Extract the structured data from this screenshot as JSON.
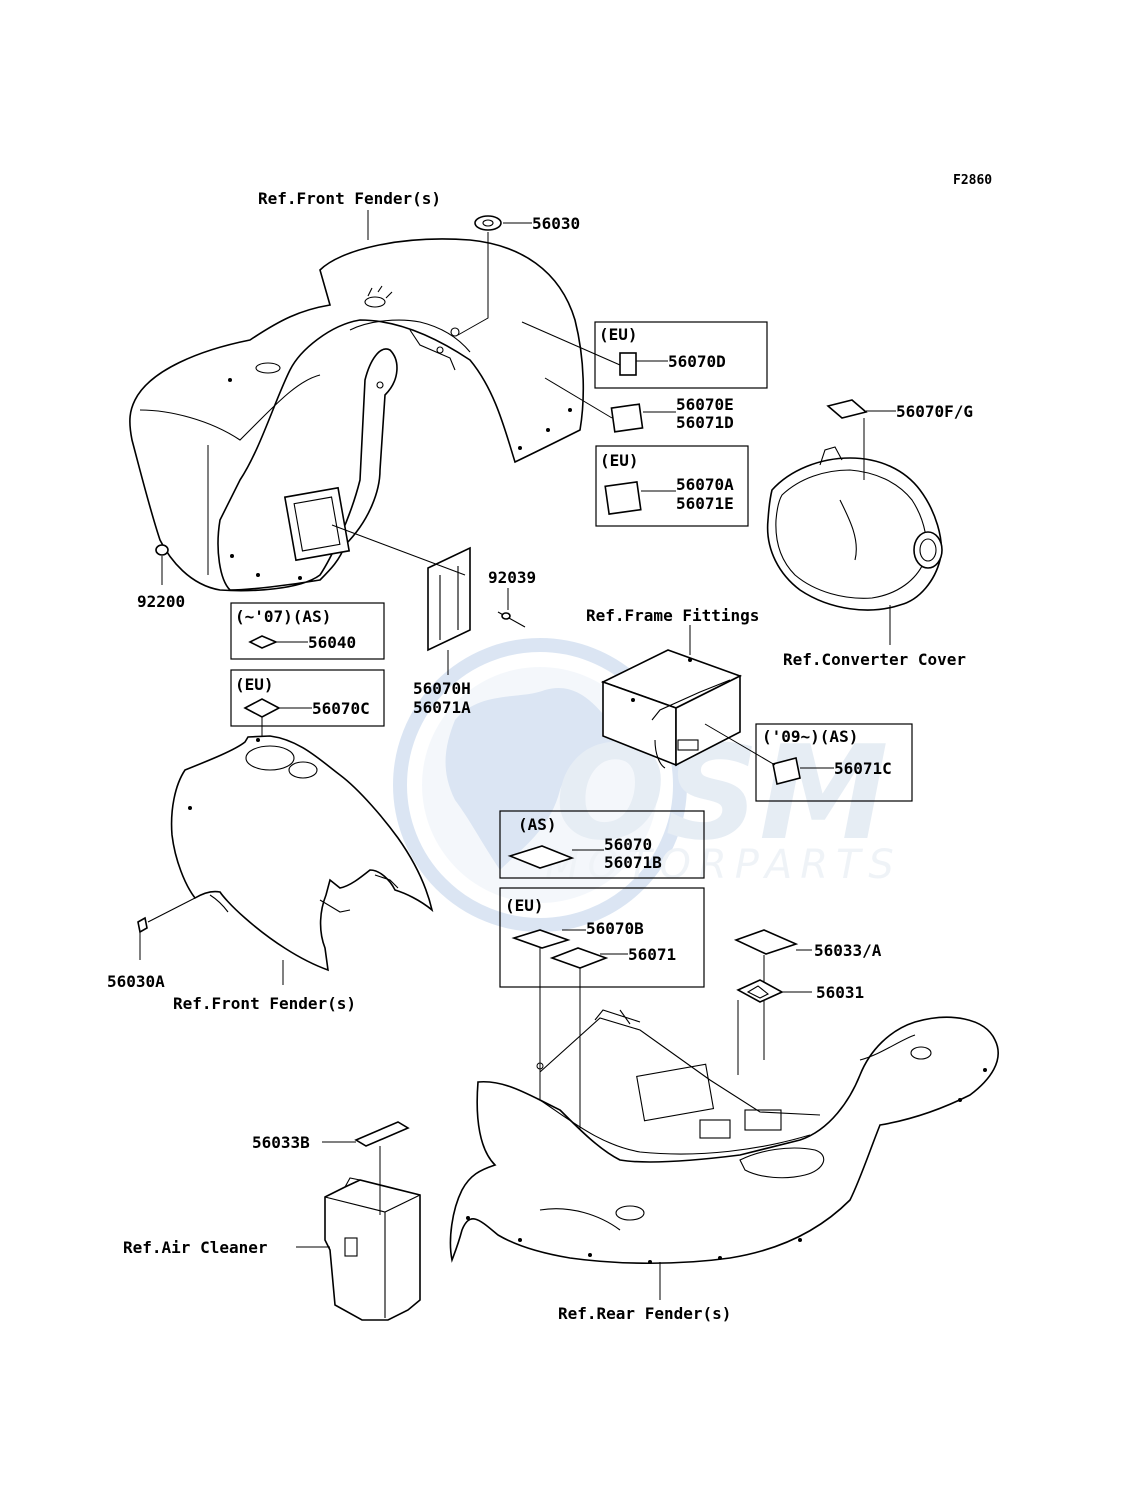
{
  "figure_code": "F2860",
  "watermark": {
    "brand": "OSM",
    "tagline": "MOTORPARTS",
    "color": "#7fa6d6"
  },
  "references": {
    "front_fender_top": "Ref.Front Fender(s)",
    "front_fender_bottom": "Ref.Front Fender(s)",
    "frame_fittings": "Ref.Frame Fittings",
    "converter_cover": "Ref.Converter Cover",
    "air_cleaner": "Ref.Air Cleaner",
    "rear_fender": "Ref.Rear Fender(s)"
  },
  "groups": {
    "eu_1": "(EU)",
    "eu_2": "(EU)",
    "eu_3": "(EU)",
    "eu_4": "(EU)",
    "as_07": "(~'07)(AS)",
    "as_09": "('09~)(AS)",
    "as": "(AS)"
  },
  "parts": {
    "p56030": "56030",
    "p56070D": "56070D",
    "p56070E": "56070E",
    "p56071D": "56071D",
    "p56070A": "56070A",
    "p56071E": "56071E",
    "p56070FG": "56070F/G",
    "p92200": "92200",
    "p92039": "92039",
    "p56040": "56040",
    "p56070C": "56070C",
    "p56070H": "56070H",
    "p56071A": "56071A",
    "p56071C": "56071C",
    "p56070": "56070",
    "p56071B": "56071B",
    "p56070B": "56070B",
    "p56071": "56071",
    "p56033A": "56033/A",
    "p56031": "56031",
    "p56030A": "56030A",
    "p56033B": "56033B"
  }
}
